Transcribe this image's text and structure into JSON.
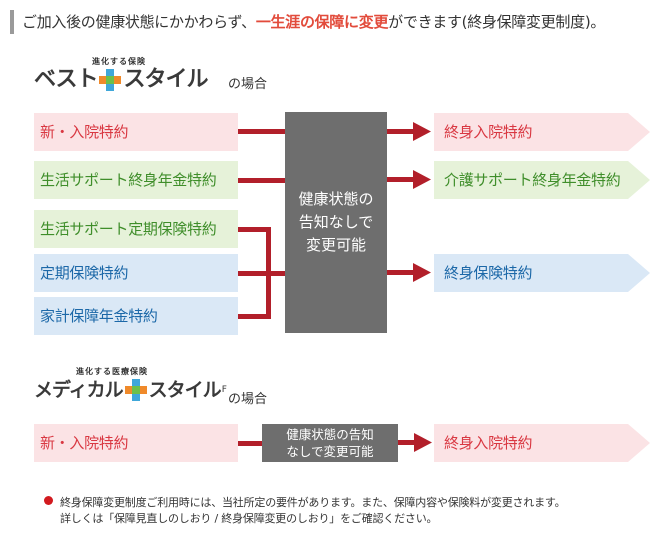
{
  "header": {
    "text_before": "ご加入後の健康状態にかかわらず、",
    "text_accent": "一生涯の保障に変更",
    "text_after": "ができます(終身保障変更制度)。"
  },
  "section1": {
    "logo_tagline": "進化する保険",
    "logo_left": "ベスト",
    "logo_right": "スタイル",
    "suffix": "の場合",
    "riders": [
      {
        "label": "新・入院特約",
        "color": "pink"
      },
      {
        "label": "生活サポート終身年金特約",
        "color": "green"
      },
      {
        "label": "生活サポート定期保険特約",
        "color": "green"
      },
      {
        "label": "定期保険特約",
        "color": "blue"
      },
      {
        "label": "家計保障年金特約",
        "color": "blue"
      }
    ],
    "panel": [
      "健康状態の",
      "告知なしで",
      "変更可能"
    ],
    "results": [
      {
        "label": "終身入院特約",
        "color": "pink"
      },
      {
        "label": "介護サポート終身年金特約",
        "color": "green"
      },
      {
        "label": "終身保険特約",
        "color": "blue"
      }
    ]
  },
  "section2": {
    "logo_tagline": "進化する医療保険",
    "logo_left": "メディカル",
    "logo_right": "スタイル",
    "logo_reg": "F",
    "suffix": "の場合",
    "rider": "新・入院特約",
    "panel": [
      "健康状態の告知",
      "なしで変更可能"
    ],
    "result": "終身入院特約"
  },
  "note": {
    "line1": "終身保障変更制度ご利用時には、当社所定の要件があります。また、保障内容や保険料が変更されます。",
    "line2": "詳しくは「保障見直しのしおり / 終身保障変更のしおり」をご確認ください。"
  },
  "colors": {
    "pink_bg": "#fbe3e5",
    "pink_text": "#d93842",
    "green_bg": "#e6f2d9",
    "green_text": "#3f8e2a",
    "blue_bg": "#dae8f6",
    "blue_text": "#1c68a8",
    "arrow": "#b21f2a",
    "panel": "#6e6e6e",
    "accent": "#e24b3b"
  }
}
